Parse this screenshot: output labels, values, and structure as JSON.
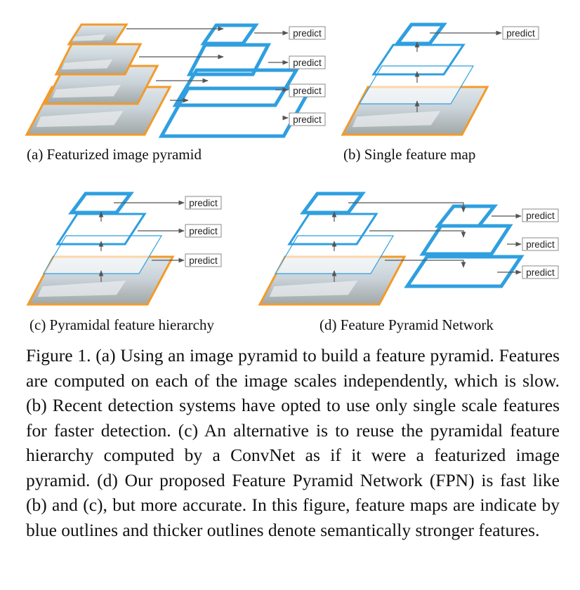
{
  "labels": {
    "predict": "predict"
  },
  "panels": [
    {
      "id": "a",
      "caption": "(a) Featurized image pyramid"
    },
    {
      "id": "b",
      "caption": "(b) Single feature map"
    },
    {
      "id": "c",
      "caption": "(c) Pyramidal feature hierarchy"
    },
    {
      "id": "d",
      "caption": "(d) Feature Pyramid Network"
    }
  ],
  "figure_caption": "Figure 1. (a) Using an image pyramid to build a feature pyramid. Features are computed on each of the image scales independently, which is slow.  (b) Recent detection systems have opted to use only single scale features for faster detection. (c) An alternative is to reuse the pyramidal feature hierarchy computed by a ConvNet as if it were a featurized image pyramid. (d) Our proposed Feature Pyramid Network (FPN) is fast like (b) and (c), but more accurate. In this figure, feature maps are indicate by blue outlines and thicker outlines denote semantically stronger features.",
  "colors": {
    "feature_blue": "#2f9fe0",
    "image_orange": "#f39a2a",
    "arrow_gray": "#555555"
  }
}
